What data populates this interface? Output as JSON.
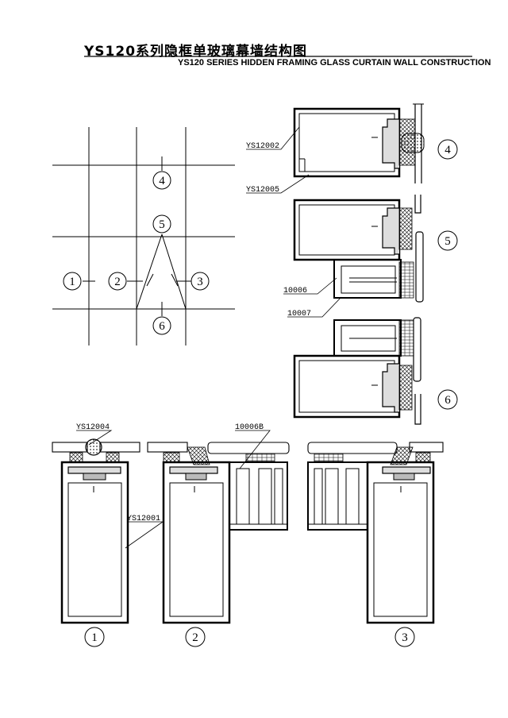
{
  "title": {
    "cn": "YS120系列隐框单玻璃幕墙结构图",
    "en": "YS120 SERIES HIDDEN FRAMING GLASS CURTAIN WALL CONSTRUCTION"
  },
  "grid_markers": [
    "1",
    "2",
    "3",
    "4",
    "5",
    "6"
  ],
  "part_labels": {
    "ys12002": "YS12002",
    "ys12005": "YS12005",
    "p10006": "10006",
    "p10007": "10007",
    "ys12004": "YS12004",
    "p10006b": "10006B",
    "ys12001": "YS12001"
  },
  "section_markers": {
    "s4": "4",
    "s5": "5",
    "s6": "6",
    "s1": "1",
    "s2": "2",
    "s3": "3"
  }
}
